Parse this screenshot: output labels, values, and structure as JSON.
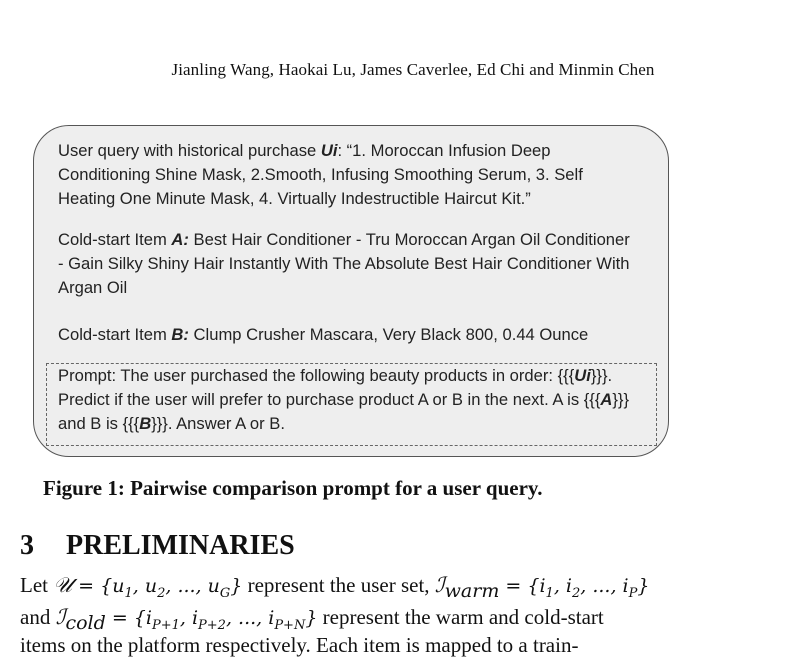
{
  "header": {
    "authors": "Jianling Wang, Haokai Lu, James Caverlee, Ed Chi and Minmin Chen"
  },
  "figure": {
    "query_prefix": "User query with historical purchase ",
    "query_var": "Ui",
    "query_text": ": “1. Moroccan Infusion Deep Conditioning Shine Mask, 2.Smooth, Infusing Smoothing Serum, 3. Self Heating One Minute Mask, 4. Virtually Indestructible Haircut Kit.”",
    "item_a_prefix": "Cold-start Item ",
    "item_a_var": "A:",
    "item_a_text": " Best Hair Conditioner - Tru Moroccan Argan Oil Conditioner - Gain Silky Shiny Hair Instantly With The Absolute Best Hair Conditioner With Argan Oil",
    "item_b_prefix": "Cold-start Item ",
    "item_b_var": "B:",
    "item_b_text": " Clump Crusher Mascara, Very Black 800, 0.44 Ounce",
    "prompt_1": "Prompt: The user purchased the following beauty products in order: {{{",
    "prompt_var_u": "Ui",
    "prompt_2": "}}}. Predict if the user will prefer to purchase product A or B in the next. A is {{{",
    "prompt_var_a": "A",
    "prompt_3": "}}} and B is {{{",
    "prompt_var_b": "B",
    "prompt_4": "}}}. Answer A or B."
  },
  "caption": "Figure 1: Pairwise comparison prompt for a user query.",
  "section": {
    "number": "3",
    "title": "PRELIMINARIES"
  },
  "body": {
    "line1_a": "Let ",
    "user_set_symbol": "𝒰",
    "line1_b": " = {u",
    "line1_c": " represent the user set, ",
    "warm_symbol": "ℐ",
    "warm_sub": "warm",
    "line1_d": " = {i",
    "line2_a": "and ",
    "cold_symbol": "ℐ",
    "cold_sub": "cold",
    "line2_b": " = {i",
    "line2_c": " represent the warm and cold-start",
    "line3": "items on the platform respectively. Each item is mapped to a train-"
  }
}
